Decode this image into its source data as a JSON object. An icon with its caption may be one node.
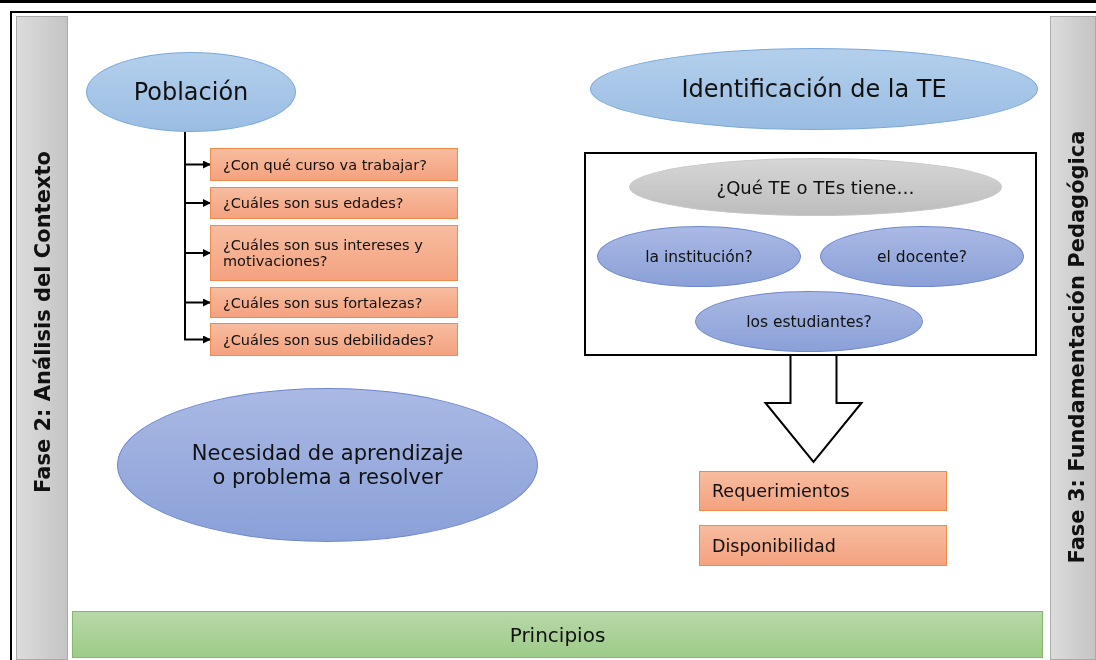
{
  "diagram": {
    "nodes": [
      {
        "text": [
          "Fase 2: Análisis del Contexto"
        ]
      },
      {
        "text": [
          "Fase 3: Fundamentación Pedagógica"
        ]
      },
      {
        "text": [
          "Población"
        ]
      },
      {
        "text": [
          "¿Con qué curso va trabajar?"
        ]
      },
      {
        "text": [
          "¿Cuáles son sus edades?"
        ]
      },
      {
        "text": [
          "¿Cuáles son sus intereses y motivaciones?"
        ]
      },
      {
        "text": [
          "¿Cuáles son sus fortalezas?"
        ]
      },
      {
        "text": [
          "¿Cuáles son sus debilidades?"
        ]
      },
      {
        "text": [
          "Identificación de la TE"
        ]
      },
      {
        "text": [],
        "shape": "box"
      },
      {
        "text": [
          "¿Qué TE o TEs tiene…"
        ],
        "in": 9
      },
      {
        "text": [
          "la institución?"
        ],
        "in": 9
      },
      {
        "text": [
          "el docente?"
        ],
        "in": 9
      },
      {
        "text": [
          "los estudiantes?"
        ],
        "in": 9
      },
      {
        "text": [
          "Necesidad de aprendizaje o problema a resolver"
        ]
      },
      {
        "text": [
          "Requerimientos"
        ]
      },
      {
        "text": [
          "Disponibilidad"
        ]
      },
      {
        "text": [
          "Principios"
        ]
      }
    ],
    "edges": [
      {
        "from": 2,
        "to": 3,
        "arrow": "to"
      },
      {
        "from": 2,
        "to": 4,
        "arrow": "to"
      },
      {
        "from": 2,
        "to": 5,
        "arrow": "to"
      },
      {
        "from": 2,
        "to": 6,
        "arrow": "to"
      },
      {
        "from": 2,
        "to": 7,
        "arrow": "to"
      },
      {
        "from": 9,
        "to": 15,
        "arrow": "to",
        "style": "thick"
      }
    ]
  }
}
